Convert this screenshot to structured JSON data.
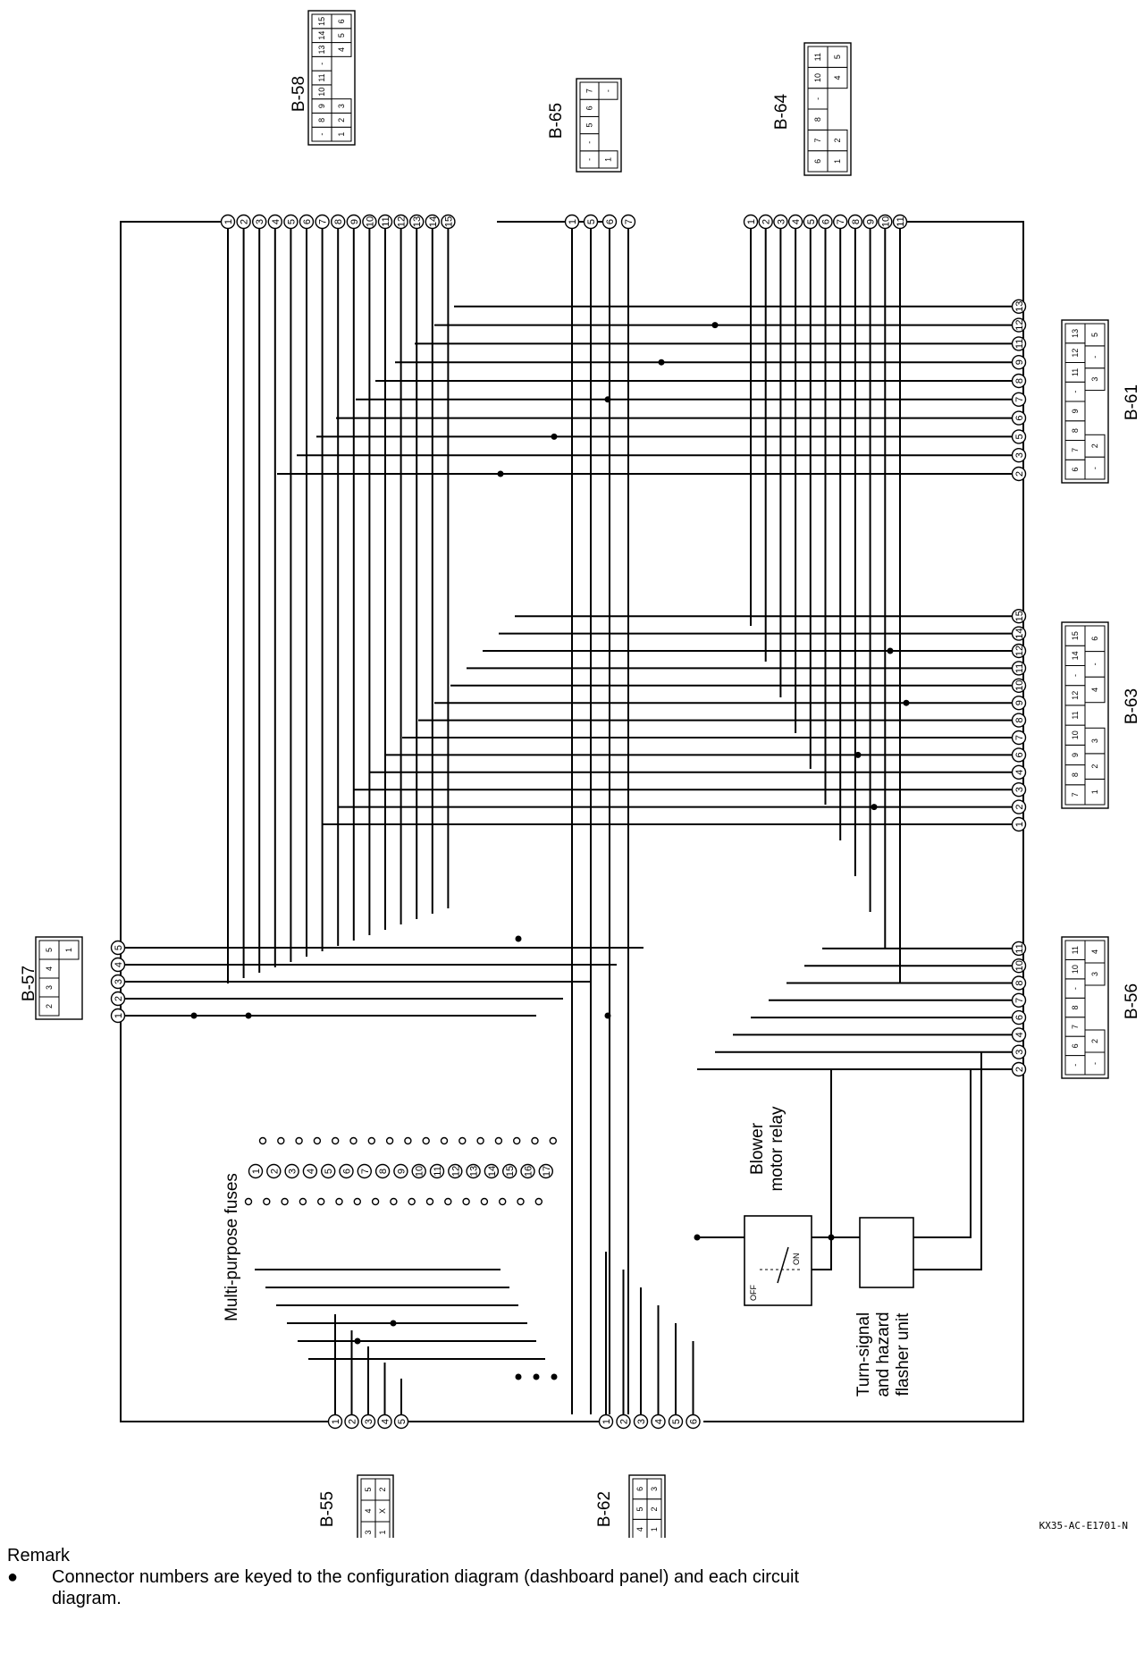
{
  "diagram": {
    "labels": {
      "fuses": "Multi-purpose fuses",
      "blower": [
        "Blower",
        "motor relay"
      ],
      "flasher": [
        "Turn-signal",
        "and hazard",
        "flasher unit"
      ],
      "relay_off": "OFF",
      "relay_on": "ON"
    },
    "connectors": [
      {
        "id": "B-58",
        "pins": [
          "1",
          "2",
          "3",
          "4",
          "5",
          "6",
          "7",
          "8",
          "9",
          "10",
          "11",
          "12",
          "13",
          "14",
          "15"
        ],
        "pinout": [
          [
            "1",
            "2",
            "3",
            "",
            "",
            "",
            "4",
            "5",
            "6"
          ],
          [
            "-",
            "8",
            "9",
            "10",
            "11",
            "-",
            "13",
            "14",
            "15"
          ]
        ]
      },
      {
        "id": "B-65",
        "pins": [
          "1",
          "5",
          "6",
          "7"
        ],
        "pinout": [
          [
            "1",
            "",
            "",
            "",
            "-"
          ],
          [
            "-",
            "-",
            "5",
            "6",
            "7"
          ]
        ]
      },
      {
        "id": "B-64",
        "pins": [
          "1",
          "2",
          "3",
          "4",
          "5",
          "6",
          "7",
          "8",
          "9",
          "10",
          "11"
        ],
        "pinout": [
          [
            "1",
            "2",
            "",
            "",
            "4",
            "5"
          ],
          [
            "6",
            "7",
            "8",
            "-",
            "10",
            "11"
          ]
        ]
      },
      {
        "id": "B-61",
        "pins": [
          "2",
          "3",
          "5",
          "6",
          "7",
          "8",
          "9",
          "11",
          "12",
          "13"
        ],
        "pinout": [
          [
            "-",
            "2",
            "",
            "",
            "3",
            "-",
            "5"
          ],
          [
            "6",
            "7",
            "8",
            "9",
            "-",
            "11",
            "12",
            "13"
          ]
        ]
      },
      {
        "id": "B-63",
        "pins": [
          "1",
          "2",
          "3",
          "4",
          "6",
          "7",
          "8",
          "9",
          "10",
          "11",
          "12",
          "14",
          "15"
        ],
        "pinout": [
          [
            "1",
            "2",
            "3",
            "",
            "4",
            "-",
            "6"
          ],
          [
            "7",
            "8",
            "9",
            "10",
            "11",
            "12",
            "-",
            "14",
            "15"
          ]
        ]
      },
      {
        "id": "B-57",
        "pins": [
          "1",
          "2",
          "3",
          "4",
          "5"
        ],
        "pinout": [
          [
            "",
            "",
            "",
            "1"
          ],
          [
            "2",
            "3",
            "4",
            "5"
          ]
        ]
      },
      {
        "id": "B-56",
        "pins": [
          "2",
          "3",
          "4",
          "6",
          "7",
          "8",
          "10",
          "11"
        ],
        "pinout": [
          [
            "-",
            "2",
            "",
            "",
            "3",
            "4"
          ],
          [
            "-",
            "6",
            "7",
            "8",
            "-",
            "10",
            "11"
          ]
        ]
      },
      {
        "id": "B-55",
        "pins": [
          "1",
          "2",
          "3",
          "4",
          "5"
        ],
        "pinout": [
          [
            "1",
            "X",
            "2"
          ],
          [
            "3",
            "4",
            "5"
          ]
        ]
      },
      {
        "id": "B-62",
        "pins": [
          "1",
          "2",
          "3",
          "4",
          "5",
          "6"
        ],
        "pinout": [
          [
            "1",
            "2",
            "3"
          ],
          [
            "4",
            "5",
            "6"
          ]
        ]
      }
    ],
    "fuse_numbers": [
      "1",
      "2",
      "3",
      "4",
      "5",
      "6",
      "7",
      "8",
      "9",
      "10",
      "11",
      "12",
      "13",
      "14",
      "15",
      "16",
      "17"
    ],
    "code": "KX35-AC-E1701-N"
  },
  "remark": {
    "title": "Remark",
    "bullet": "●",
    "text": "Connector numbers are keyed to the configuration diagram (dashboard panel) and each circuit diagram."
  }
}
